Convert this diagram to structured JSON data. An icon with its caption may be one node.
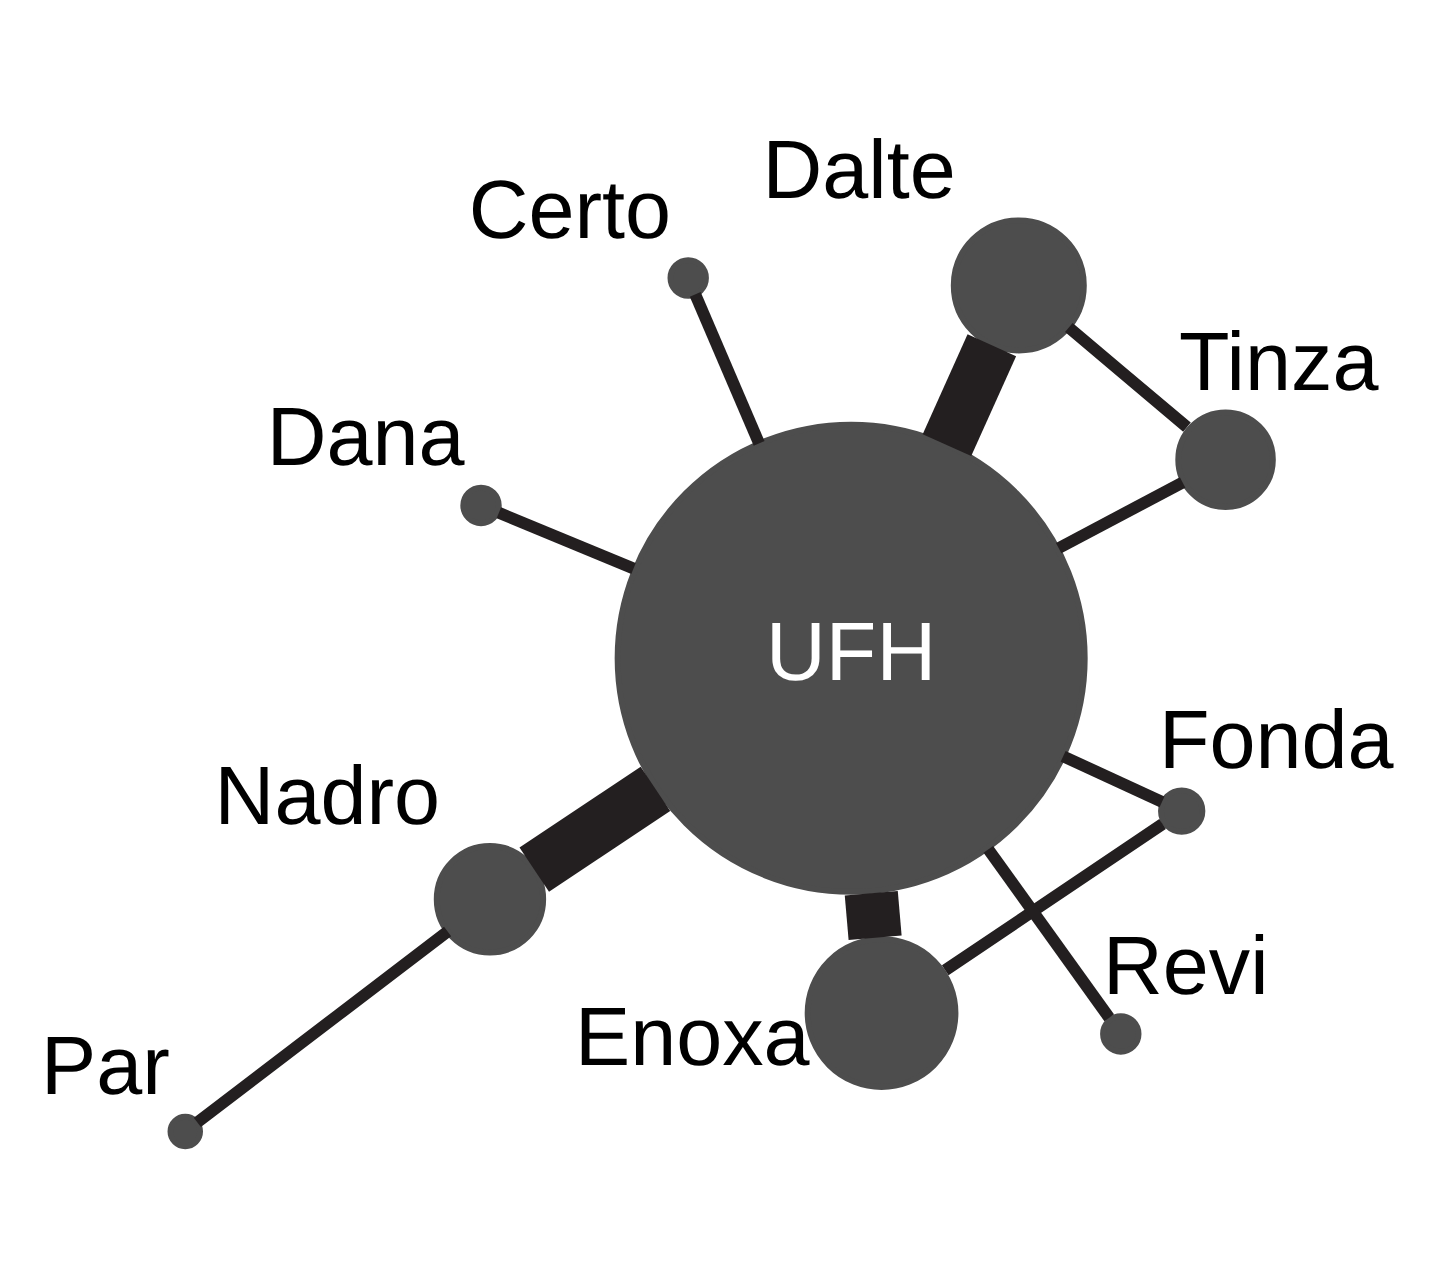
{
  "diagram": {
    "nodes": [
      {
        "text": [
          "Dana"
        ]
      },
      {
        "text": [
          "Dalte"
        ]
      },
      {
        "text": [
          "Enoxa"
        ]
      },
      {
        "text": [
          "Certo"
        ]
      },
      {
        "text": [
          "Fonda"
        ]
      },
      {
        "text": [
          "UFH"
        ]
      },
      {
        "text": [
          "Nadro"
        ]
      },
      {
        "text": [
          "Tinza"
        ]
      },
      {
        "text": [
          "Par"
        ]
      },
      {
        "text": [
          "Revi"
        ]
      }
    ],
    "edges": [
      {
        "from": 0,
        "to": 5,
        "arrow": "none"
      },
      {
        "from": 1,
        "to": 5,
        "arrow": "none",
        "style": "thick"
      },
      {
        "from": 1,
        "to": 7,
        "arrow": "none"
      },
      {
        "from": 3,
        "to": 5,
        "arrow": "none"
      },
      {
        "from": 2,
        "to": 5,
        "arrow": "none",
        "style": "thick"
      },
      {
        "from": 2,
        "to": 4,
        "arrow": "none"
      },
      {
        "from": 4,
        "to": 5,
        "arrow": "none"
      },
      {
        "from": 6,
        "to": 5,
        "arrow": "none",
        "style": "thick"
      },
      {
        "from": 6,
        "to": 8,
        "arrow": "none"
      },
      {
        "from": 9,
        "to": 5,
        "arrow": "none"
      },
      {
        "from": 7,
        "to": 5,
        "arrow": "none"
      }
    ]
  }
}
